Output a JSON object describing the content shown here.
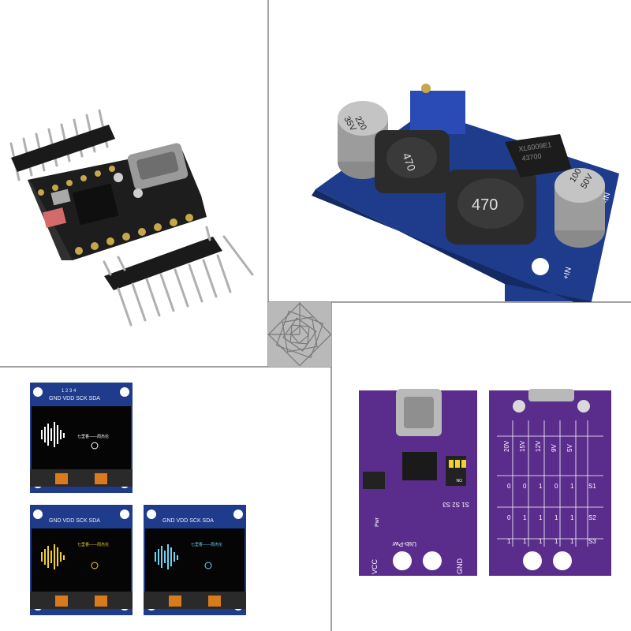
{
  "panels": {
    "mcu": {
      "subject": "ESP32-C3 style mini dev board with pin headers"
    },
    "buck": {
      "subject": "XL6009 style DC-DC converter module",
      "cap_left": [
        "220",
        "35V"
      ],
      "cap_right": [
        "100",
        "50V"
      ],
      "inductor_label": "470",
      "ic_label": [
        "XL6009E1",
        "43700"
      ],
      "pin_minus": "-IN",
      "pin_plus": "+IN"
    },
    "oled": {
      "subject": "0.96 inch OLED display modules",
      "pin_numbers": "1  2  3  4",
      "pin_labels": "GND VDD SCK SDA",
      "song_text": "七里香——周杰伦"
    },
    "pd": {
      "subject": "USB-C PD trigger board",
      "switch_labels": "S1 S2 S3",
      "dip_on": "ON",
      "pwr": "Pwr",
      "usb_pwr": "Usb-Pwr",
      "vcc": "VCC",
      "gnd": "GND",
      "table_headers": [
        "20V",
        "15V",
        "12V",
        "9V",
        "5V"
      ],
      "table_rows": [
        [
          "0",
          "0",
          "1",
          "0",
          "1",
          "S1"
        ],
        [
          "0",
          "1",
          "1",
          "1",
          "1",
          "S2"
        ],
        [
          "1",
          "1",
          "1",
          "1",
          "1",
          "S3"
        ]
      ]
    }
  },
  "colors": {
    "pcb_black": "#1d1d1d",
    "pcb_blue": "#1f3c8c",
    "pcb_purple": "#5a2c8c",
    "oled_white": "#ffffff",
    "oled_yellow": "#f2d22a",
    "oled_cyan": "#6fd4f2",
    "gold": "#c8a64a"
  }
}
